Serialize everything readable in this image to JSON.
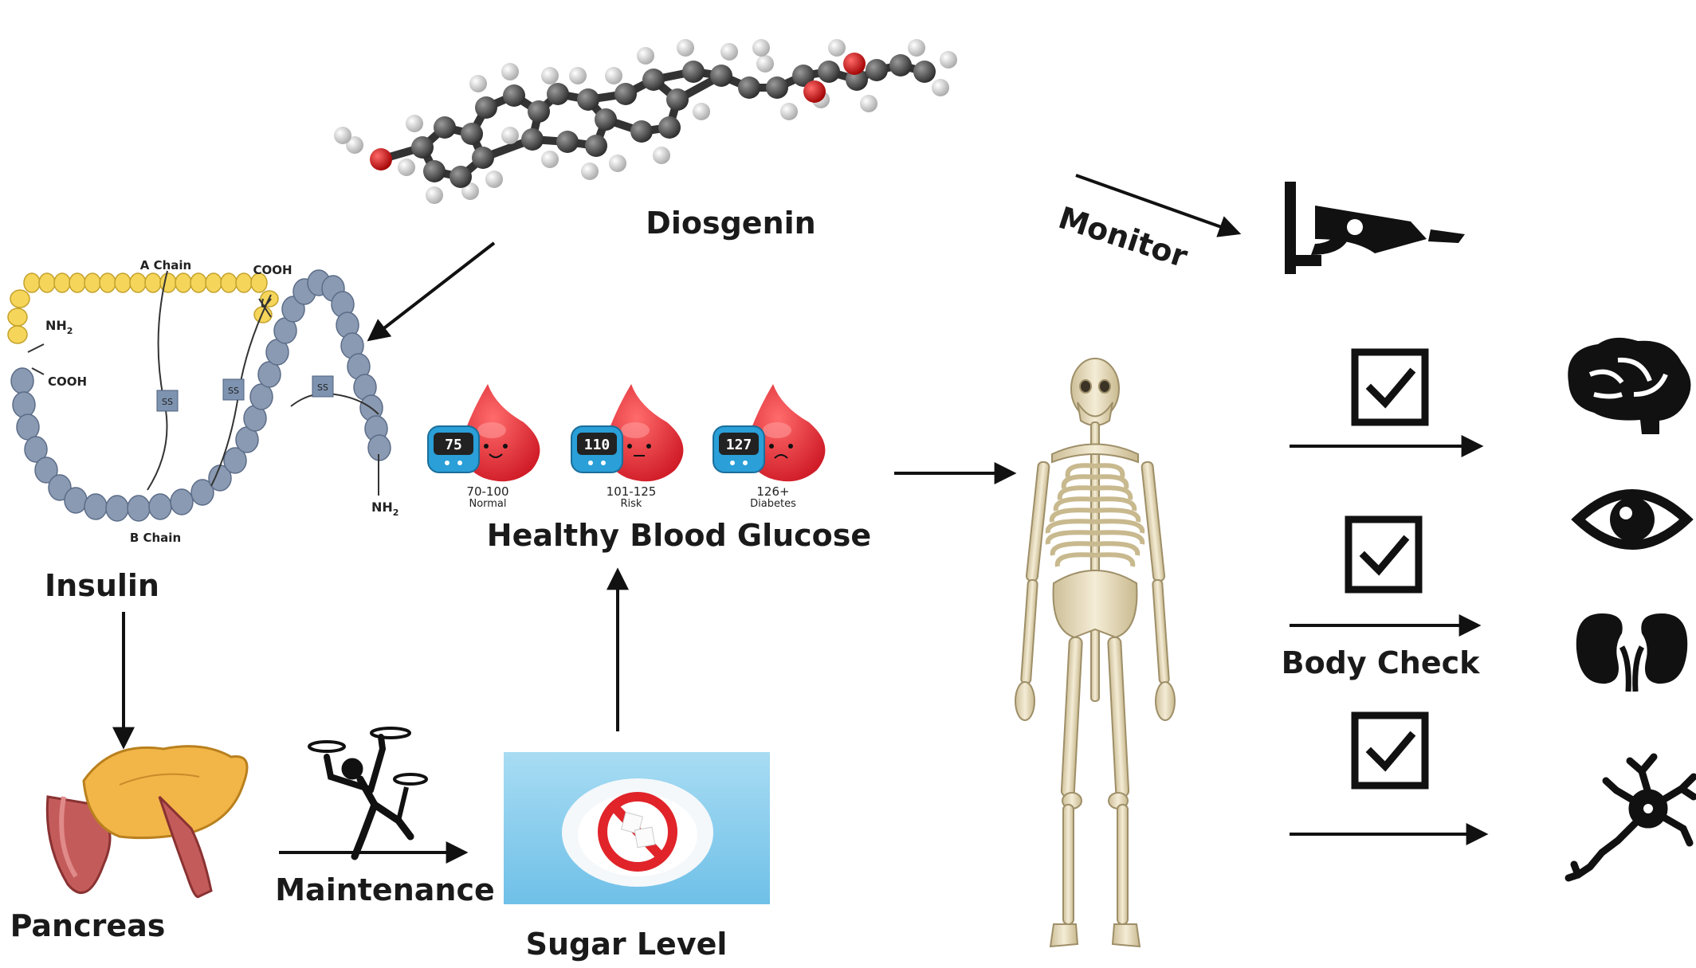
{
  "labels": {
    "diosgenin": "Diosgenin",
    "insulin": "Insulin",
    "pancreas": "Pancreas",
    "maintenance": "Maintenance",
    "sugar_level": "Sugar Level",
    "healthy_blood_glucose": "Healthy Blood Glucose",
    "monitor": "Monitor",
    "body_check": "Body Check"
  },
  "insulin_structure": {
    "a_chain": "A Chain",
    "b_chain": "B Chain",
    "cooh": "COOH",
    "nh2": "NH",
    "nh2_sub": "2",
    "ss": "SS"
  },
  "glucose_meters": [
    {
      "reading": "75",
      "range": "70-100",
      "status": "Normal"
    },
    {
      "reading": "110",
      "range": "101-125",
      "status": "Risk"
    },
    {
      "reading": "127",
      "range": "126+",
      "status": "Diabetes"
    }
  ],
  "organ_icons": [
    "brain-icon",
    "eye-icon",
    "kidney-icon",
    "neuron-icon"
  ],
  "colors": {
    "a_chain": "#f5d55a",
    "b_chain": "#8a9ab2",
    "drop": "#e5323a",
    "meter": "#2a9fd8",
    "status_text": "#2aa6e0",
    "sugar_bg": "#8fd0ee",
    "no_sign": "#e0242a"
  }
}
